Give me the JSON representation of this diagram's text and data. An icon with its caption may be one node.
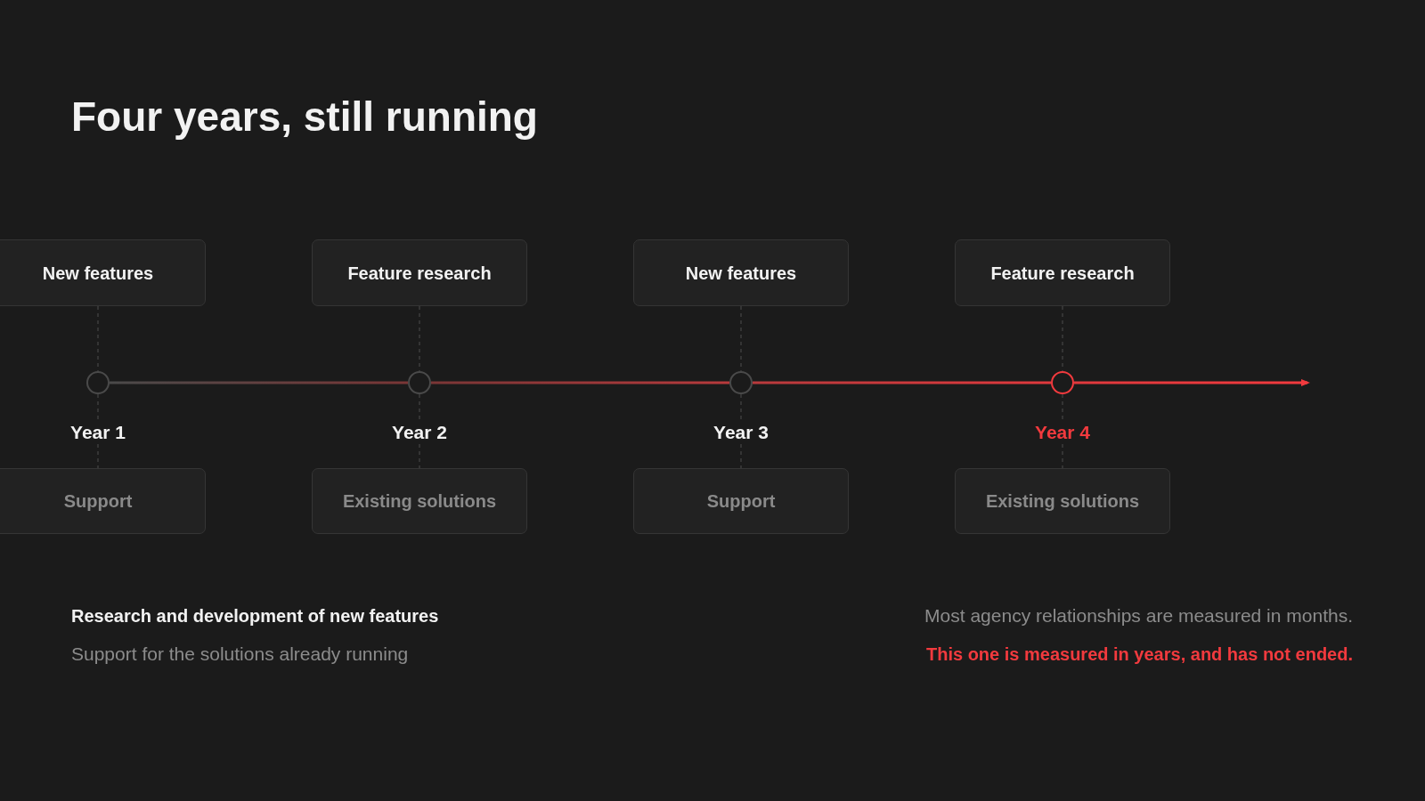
{
  "diagram": {
    "title": "Four years, still running",
    "nodes": [
      {
        "text": [
          "New features"
        ]
      },
      {
        "text": [
          "Feature research"
        ]
      },
      {
        "text": [
          "New features"
        ]
      },
      {
        "text": [
          "Feature research"
        ]
      },
      {
        "text": [],
        "shape": "circle",
        "beside": [
          "Year 1"
        ]
      },
      {
        "text": [],
        "shape": "circle",
        "beside": [
          "Year 2"
        ]
      },
      {
        "text": [],
        "shape": "circle",
        "beside": [
          "Year 3"
        ]
      },
      {
        "text": [],
        "shape": "circle",
        "beside": [
          "Year 4"
        ]
      },
      {
        "text": [
          "Support"
        ]
      },
      {
        "text": [
          "Existing solutions"
        ]
      },
      {
        "text": [
          "Support"
        ]
      },
      {
        "text": [
          "Existing solutions"
        ]
      }
    ],
    "edges": [
      {
        "from": 0,
        "to": 4,
        "arrow": "none",
        "style": "dashed"
      },
      {
        "from": 1,
        "to": 5,
        "arrow": "none",
        "style": "dashed"
      },
      {
        "from": 2,
        "to": 6,
        "arrow": "none",
        "style": "dashed"
      },
      {
        "from": 3,
        "to": 7,
        "arrow": "none",
        "style": "dashed"
      },
      {
        "from": 4,
        "to": 8,
        "arrow": "none",
        "style": "dashed"
      },
      {
        "from": 5,
        "to": 9,
        "arrow": "none",
        "style": "dashed"
      },
      {
        "from": 6,
        "to": 10,
        "arrow": "none",
        "style": "dashed"
      },
      {
        "from": 7,
        "to": 11,
        "arrow": "none",
        "style": "dashed"
      },
      {
        "from": 4,
        "to": 5,
        "arrow": "none",
        "style": "thick",
        "color": "#7a3636"
      },
      {
        "from": 5,
        "to": 6,
        "arrow": "none",
        "style": "thick",
        "color": "#b83a3c"
      },
      {
        "from": 6,
        "to": 7,
        "arrow": "none",
        "style": "thick",
        "color": "#e0393d"
      },
      {
        "from": 7,
        "to": null,
        "arrow": "to",
        "style": "thick",
        "color": "#f23a3e"
      }
    ],
    "labels": [
      "Research and development of new features",
      "Support for the solutions already running",
      "Most agency relationships are measured in months.",
      "This one is measured in years, and has not ended."
    ]
  }
}
